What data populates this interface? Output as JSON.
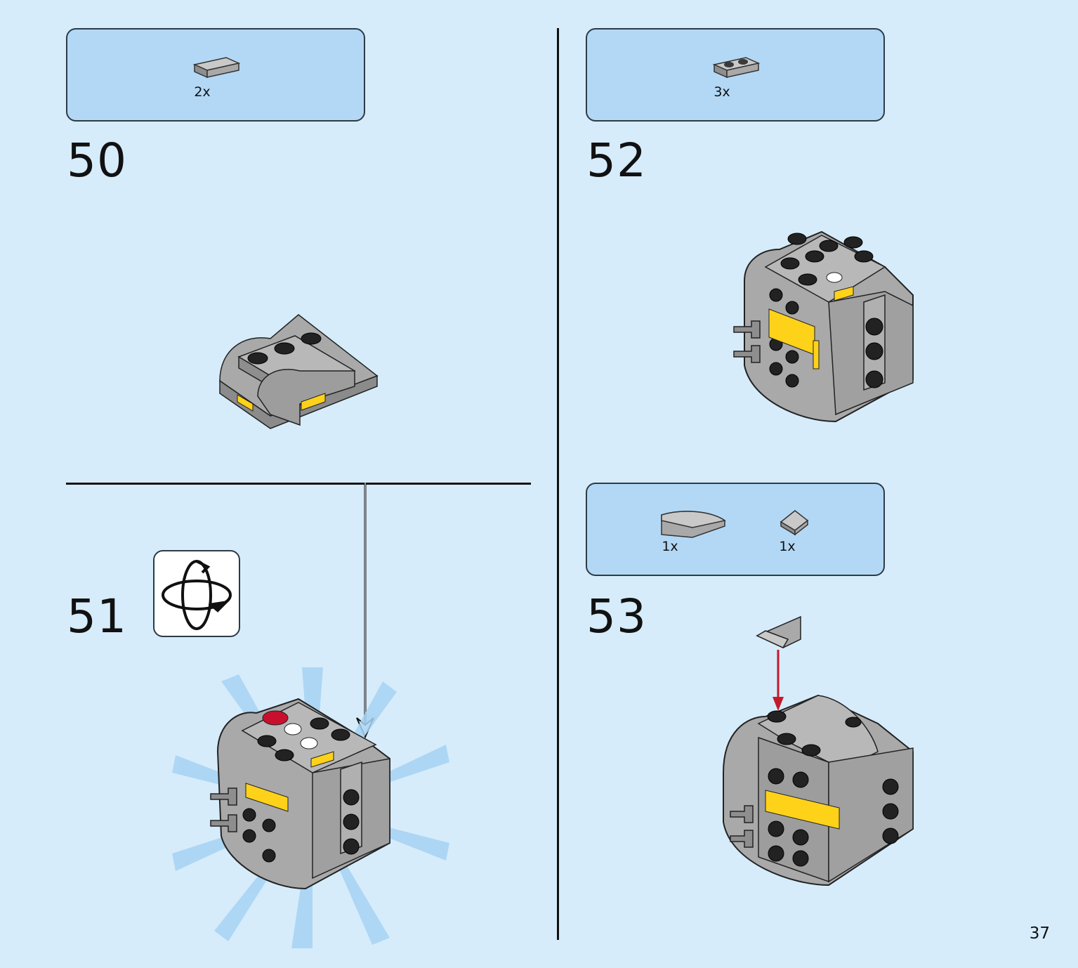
{
  "page": {
    "number": "37"
  },
  "steps": [
    {
      "number": "50",
      "parts": [
        {
          "quantity": "2x",
          "part": "tile-1x2-gray"
        }
      ]
    },
    {
      "number": "51",
      "rotate_icon": "rotate-model-icon"
    },
    {
      "number": "52",
      "parts": [
        {
          "quantity": "3x",
          "part": "plate-1x2-gray"
        }
      ]
    },
    {
      "number": "53",
      "parts": [
        {
          "quantity": "1x",
          "part": "curved-slope-gray"
        },
        {
          "quantity": "1x",
          "part": "slope-small-gray"
        }
      ]
    }
  ],
  "colors": {
    "background": "#d6ecfb",
    "parts_box": "#b3d8f5",
    "brick_gray": "#a3a3a3",
    "brick_dark": "#1b1b1b",
    "accent_yellow": "#ffd21a",
    "accent_red": "#c8102e",
    "arrow_red": "#c41a2a"
  }
}
